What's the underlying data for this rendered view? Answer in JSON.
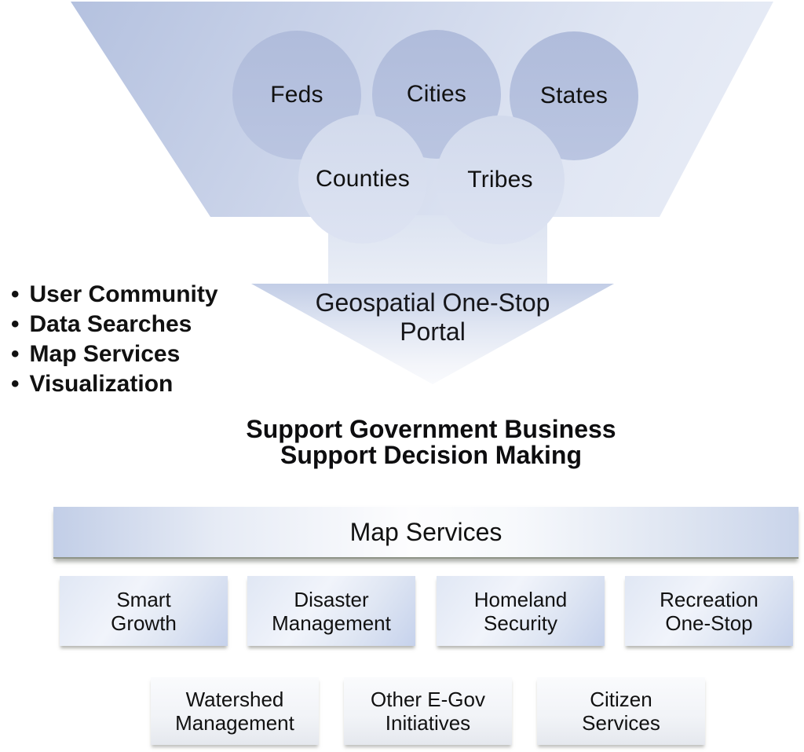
{
  "funnel": {
    "circles": [
      {
        "label": "Feds"
      },
      {
        "label": "Cities"
      },
      {
        "label": "States"
      },
      {
        "label": "Counties"
      },
      {
        "label": "Tribes"
      }
    ],
    "portal": {
      "line1": "Geospatial One-Stop",
      "line2": "Portal"
    }
  },
  "capabilities": {
    "items": [
      "User Community",
      "Data Searches",
      "Map Services",
      "Visualization"
    ]
  },
  "mission": {
    "line1": "Support Government Business",
    "line2": "Support Decision Making"
  },
  "services_bar": {
    "title": "Map Services"
  },
  "initiatives": {
    "row1": [
      {
        "line1": "Smart",
        "line2": "Growth"
      },
      {
        "line1": "Disaster",
        "line2": "Management"
      },
      {
        "line1": "Homeland",
        "line2": "Security"
      },
      {
        "line1": "Recreation",
        "line2": "One-Stop"
      }
    ],
    "row2": [
      {
        "line1": "Watershed",
        "line2": "Management"
      },
      {
        "line1": "Other E-Gov",
        "line2": "Initiatives"
      },
      {
        "line1": "Citizen",
        "line2": "Services"
      }
    ]
  },
  "colors": {
    "circle_top_row": "#b4c0de",
    "circle_bottom_row": "#d6ddee",
    "funnel_dark": "#b4c1df",
    "funnel_light": "#eaeef7",
    "bar_edge_blue": "#c2cee7",
    "box_blue": "#c6d2ec",
    "shadow_gray": "#8f9488",
    "text": "#111111"
  }
}
